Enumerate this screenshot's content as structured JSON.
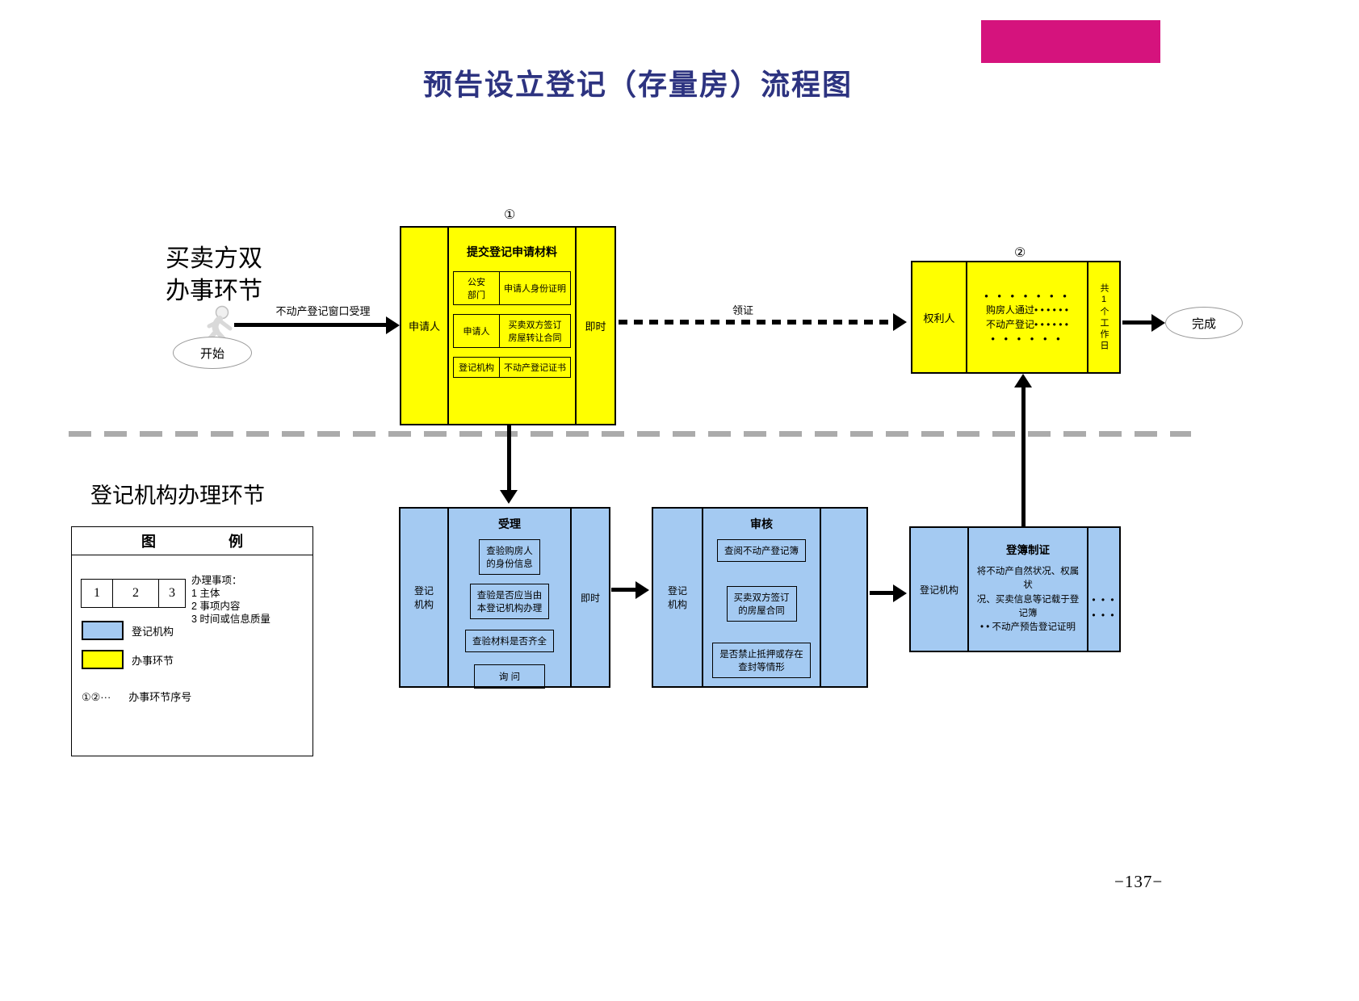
{
  "page": {
    "title": "预告设立登记（存量房）流程图",
    "page_number": "−137−",
    "colors": {
      "banner_magenta": "#d5137d",
      "title_blue": "#2d3380",
      "process_yellow": "#ffff00",
      "registry_blue": "#a4caf2",
      "divider_gray": "#ababab"
    }
  },
  "lanes": {
    "applicant_label": "买卖方双\n办事环节",
    "registry_label": "登记机构办理环节"
  },
  "nodes": {
    "start": "开始",
    "finish": "完成"
  },
  "arrows": {
    "window_label": "不动产登记窗口受理",
    "certificate_label": "领证"
  },
  "step1": {
    "number": "①",
    "subject": "申请人",
    "title": "提交登记申请材料",
    "time": "即时",
    "materials": [
      {
        "source": "公安\n部门",
        "item": "申请人身份证明"
      },
      {
        "source": "申请人",
        "item": "买卖双方签订\n房屋转让合同"
      },
      {
        "source": "登记机构",
        "item": "不动产登记证书"
      }
    ]
  },
  "step2": {
    "number": "②",
    "subject": "权利人",
    "dots_top": "•  •  •  •  •  •  •",
    "line1": "购房人通过•  •  •  •  •  •",
    "line2": "不动产登记•  •  •  •  •  •",
    "dots_bottom": "•  •  •  •  •  •",
    "time": "共1个工作日"
  },
  "accept_step": {
    "subject": "登记\n机构",
    "title": "受理",
    "time": "即时",
    "items": [
      "查验购房人\n的身份信息",
      "查验是否应当由\n本登记机构办理",
      "查验材料是否齐全",
      "询 问"
    ]
  },
  "review_step": {
    "subject": "登记\n机构",
    "title": "审核",
    "items": [
      "查阅不动产登记簿",
      "买卖双方签订\n的房屋合同",
      "是否禁止抵押或存在\n查封等情形"
    ]
  },
  "record_step": {
    "subject": "登记机构",
    "title": "登簿制证",
    "body": "将不动产自然状况、权属状\n况、买卖信息等记载于登记簿\n• • 不动产预告登记证明",
    "side_dots": "• • •\n• • •"
  },
  "legend": {
    "title_left": "图",
    "title_right": "例",
    "cells": [
      "1",
      "2",
      "3"
    ],
    "notes_title": "办理事项：",
    "notes": [
      "1 主体",
      "2 事项内容",
      "3 时间或信息质量"
    ],
    "blue_label": "登记机构",
    "yellow_label": "办事环节",
    "serial_prefix": "①②···",
    "serial_label": "办事环节序号"
  }
}
